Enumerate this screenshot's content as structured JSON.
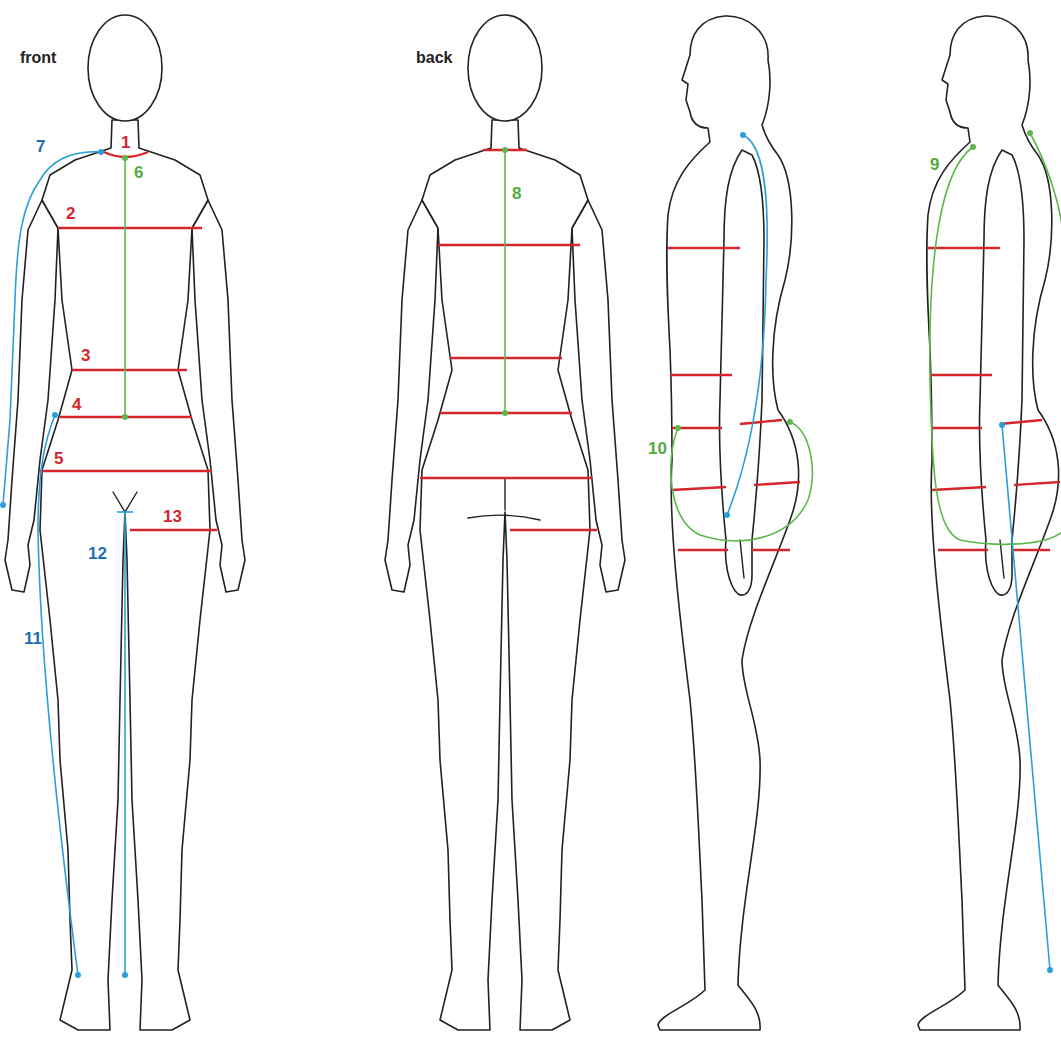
{
  "diagram": {
    "labels": [
      "front",
      "7",
      "1",
      "6",
      "2",
      "3",
      "4",
      "5",
      "13",
      "12",
      "11",
      "back",
      "8",
      "10",
      "9"
    ]
  }
}
